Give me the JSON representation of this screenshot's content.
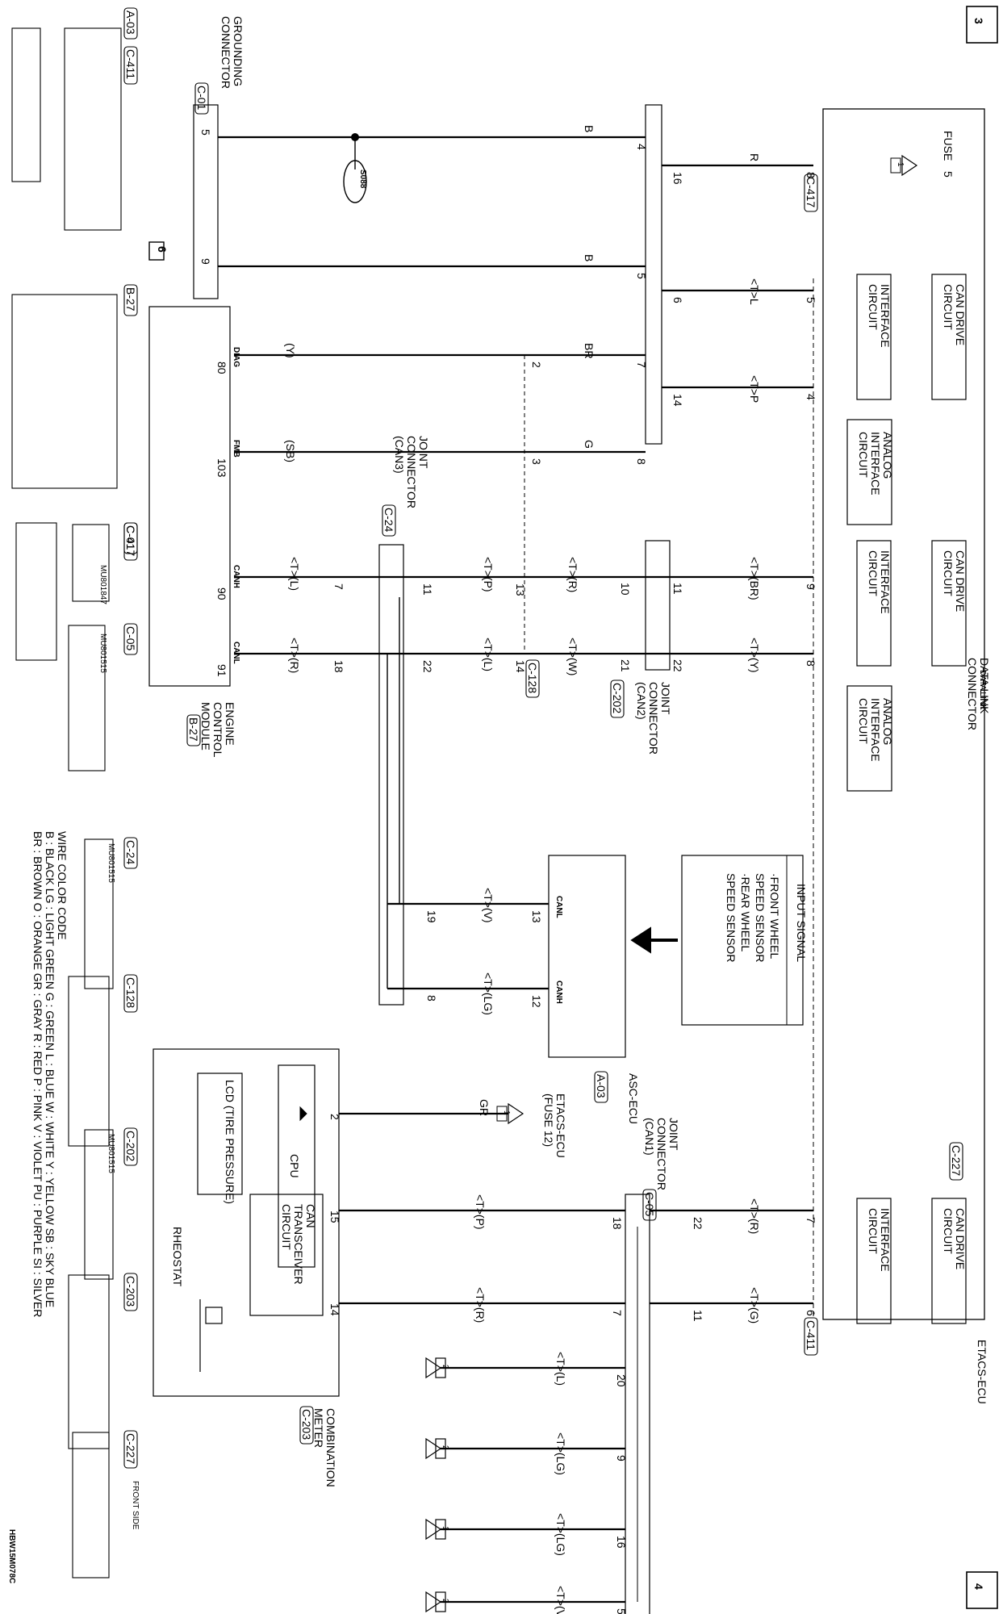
{
  "page": {
    "page_number_top": "3",
    "page_number_bottom": "4",
    "figure_code": "HBW15M078C"
  },
  "ecus": {
    "etacs": "ETACS-ECU",
    "asc": "ASC-ECU",
    "engine": [
      "ENGINE",
      "CONTROL",
      "MODULE"
    ],
    "meter": [
      "COMBINATION",
      "METER"
    ]
  },
  "blocks": {
    "can_drive": [
      "CAN DRIVE",
      "CIRCUIT"
    ],
    "interface": [
      "INTERFACE",
      "CIRCUIT"
    ],
    "analog": [
      "ANALOG",
      "INTERFACE",
      "CIRCUIT"
    ],
    "cpu": "CPU",
    "can_transceiver": [
      "CAN",
      "TRANSCEIVER",
      "CIRCUIT"
    ],
    "lcd": "LCD (TIRE PRESSURE)",
    "rheostat": "RHEOSTAT",
    "input_signal_title": "INPUT SIGNAL",
    "input_signal_items": [
      "·FRONT WHEEL",
      "SPEED SENSOR",
      "·REAR WHEEL",
      "SPEED SENSOR"
    ]
  },
  "connectors": {
    "data_link": [
      "DATA LINK",
      "CONNECTOR"
    ],
    "grounding": [
      "GROUNDING",
      "CONNECTOR"
    ],
    "joint_can1": [
      "JOINT",
      "CONNECTOR",
      "(CAN1)"
    ],
    "joint_can2": [
      "JOINT",
      "CONNECTOR",
      "(CAN2)"
    ],
    "joint_can3": [
      "JOINT",
      "CONNECTOR",
      "(CAN3)"
    ],
    "codes": [
      "C-227",
      "C-01",
      "C-417",
      "C-24",
      "C-202",
      "C-128",
      "B-27",
      "A-03",
      "C-05",
      "C-203",
      "C-411"
    ],
    "fuse5": "FUSE",
    "fuse5_num": "5",
    "fuse12": [
      "ETACS-ECU",
      "(FUSE 12)"
    ],
    "splice": "S088",
    "ground_no": "6",
    "front_side": "FRONT SIDE"
  },
  "pins": {
    "etacs_left": [
      "8",
      "5",
      "4",
      "9",
      "8"
    ],
    "etacs_right": [
      "7",
      "6"
    ],
    "dlc": [
      "4",
      "5",
      "6",
      "7",
      "8",
      "16",
      "14"
    ],
    "grounding": [
      "5",
      "9"
    ],
    "engine": [
      "80",
      "103",
      "90",
      "91"
    ],
    "engine_labels": [
      "DIAG",
      "FMB",
      "CANH",
      "CANL"
    ],
    "can3": [
      "2",
      "3",
      "13",
      "14",
      "11",
      "7",
      "22",
      "18"
    ],
    "can2": [
      "11",
      "22",
      "10",
      "21"
    ],
    "asc": [
      "13",
      "12",
      "19",
      "8"
    ],
    "asc_labels": [
      "CANL",
      "CANH"
    ],
    "can1": [
      "22",
      "11",
      "18",
      "7",
      "20",
      "9",
      "16",
      "5"
    ],
    "meter": [
      "2",
      "15",
      "14"
    ]
  },
  "wires": {
    "R": "R",
    "B": "B",
    "TL": "<T>L",
    "TP": "<T>P",
    "BR": "BR",
    "G": "G",
    "Y": "(Y)",
    "SB": "(SB)",
    "TBR": "<T>(BR)",
    "TY": "<T>(Y)",
    "TR": "<T>(R)",
    "TW": "<T>(W)",
    "TPP": "<T>(P)",
    "TLL": "<T>(L)",
    "TV": "<T>(V)",
    "TLG": "<T>(LG)",
    "TG": "<T>(G)",
    "GR": "GR"
  },
  "legend": {
    "title": "WIRE COLOR CODE",
    "lines": [
      "B : BLACK   LG : LIGHT GREEN   G : GREEN   L : BLUE   W : WHITE   Y : YELLOW   SB : SKY BLUE",
      "BR : BROWN   O : ORANGE   GR : GRAY   R : RED   P : PINK   V : VIOLET   PU : PURPLE   SI : SILVER"
    ]
  },
  "connector_codes": [
    "MU801847",
    "MU801515",
    "MU801515",
    "MU801515"
  ],
  "colors": {
    "ink": "#000000",
    "paper": "#ffffff"
  }
}
